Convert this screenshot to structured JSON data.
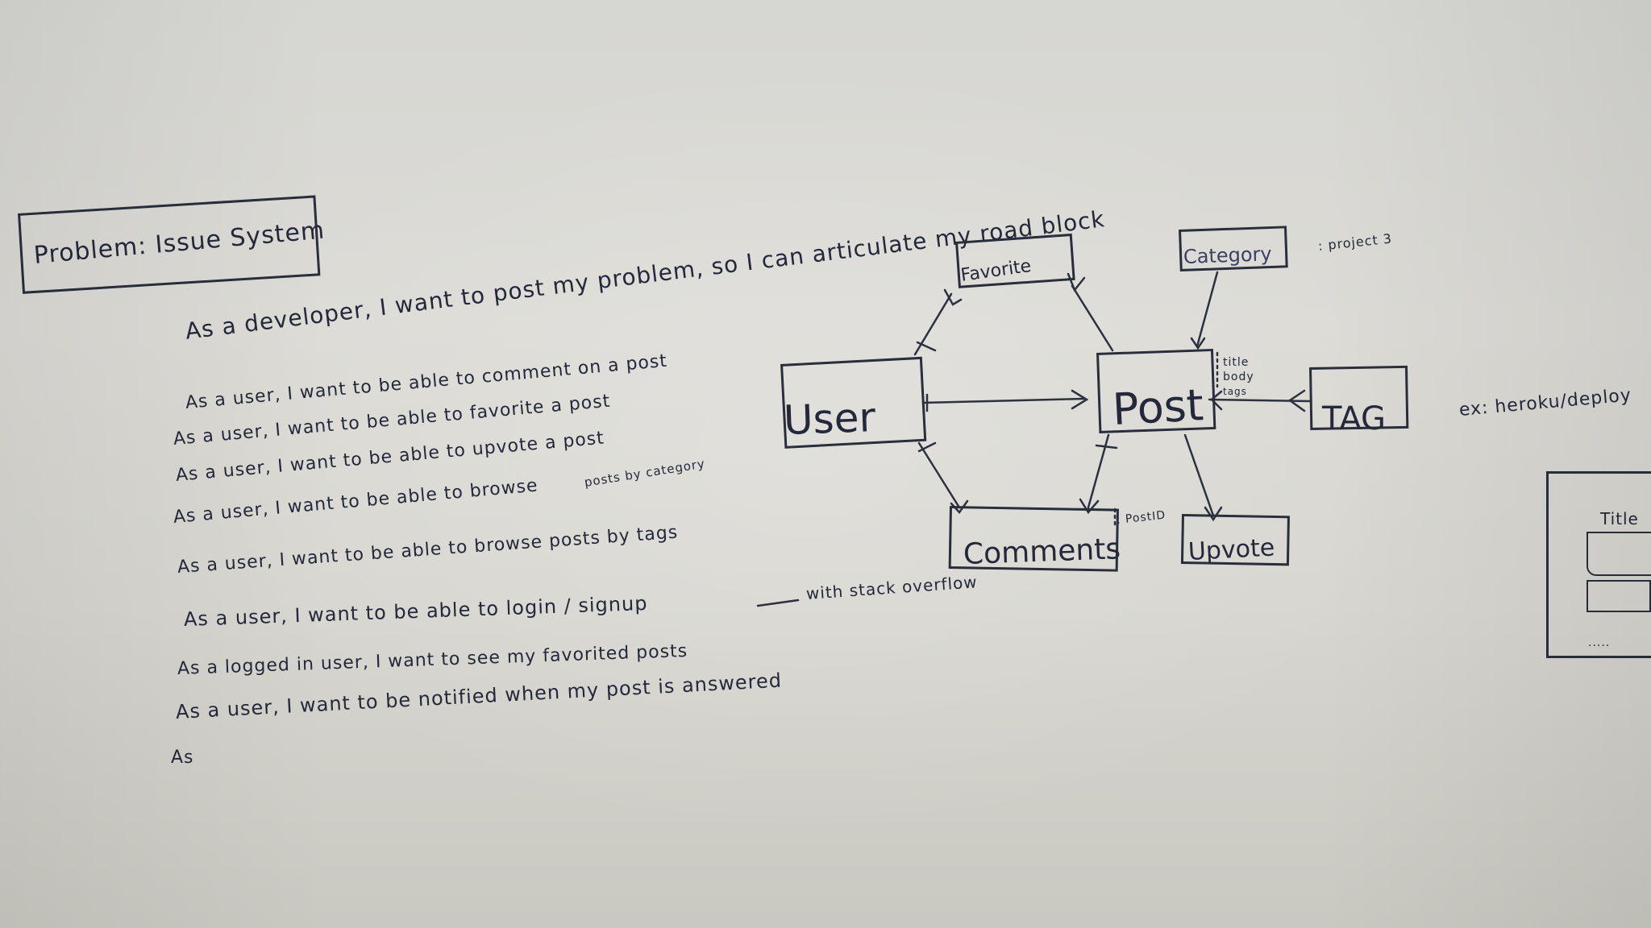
{
  "problem_title": "Problem: Issue System",
  "user_stories": [
    "As a developer, I want to post my problem, so I can articulate my road block",
    "As a user, I want to be able to comment on a post",
    "As a user, I want to be able to favorite a post",
    "As a user, I want to be able to upvote a post",
    "As a user, I want to be able to browse",
    "posts by category",
    "As a user, I want to be able to browse posts by tags",
    "As a user, I want to be able to login / signup",
    "with stack overflow",
    "As a logged in user, I want to see my favorited posts",
    "As a user, I want to be notified when my post is answered",
    "As"
  ],
  "diagram": {
    "entities": {
      "user": "User",
      "post": "Post",
      "favorite": "Favorite",
      "category": "Category",
      "tag": "TAG",
      "comments": "Comments",
      "upvote": "Upvote"
    },
    "post_fields": [
      "title",
      "body",
      "tags"
    ],
    "category_note": ": project 3",
    "tag_note": "ex: heroku/deploy",
    "comments_note": ": PostID"
  },
  "wireframe": {
    "label": "Title",
    "footer": "....."
  }
}
